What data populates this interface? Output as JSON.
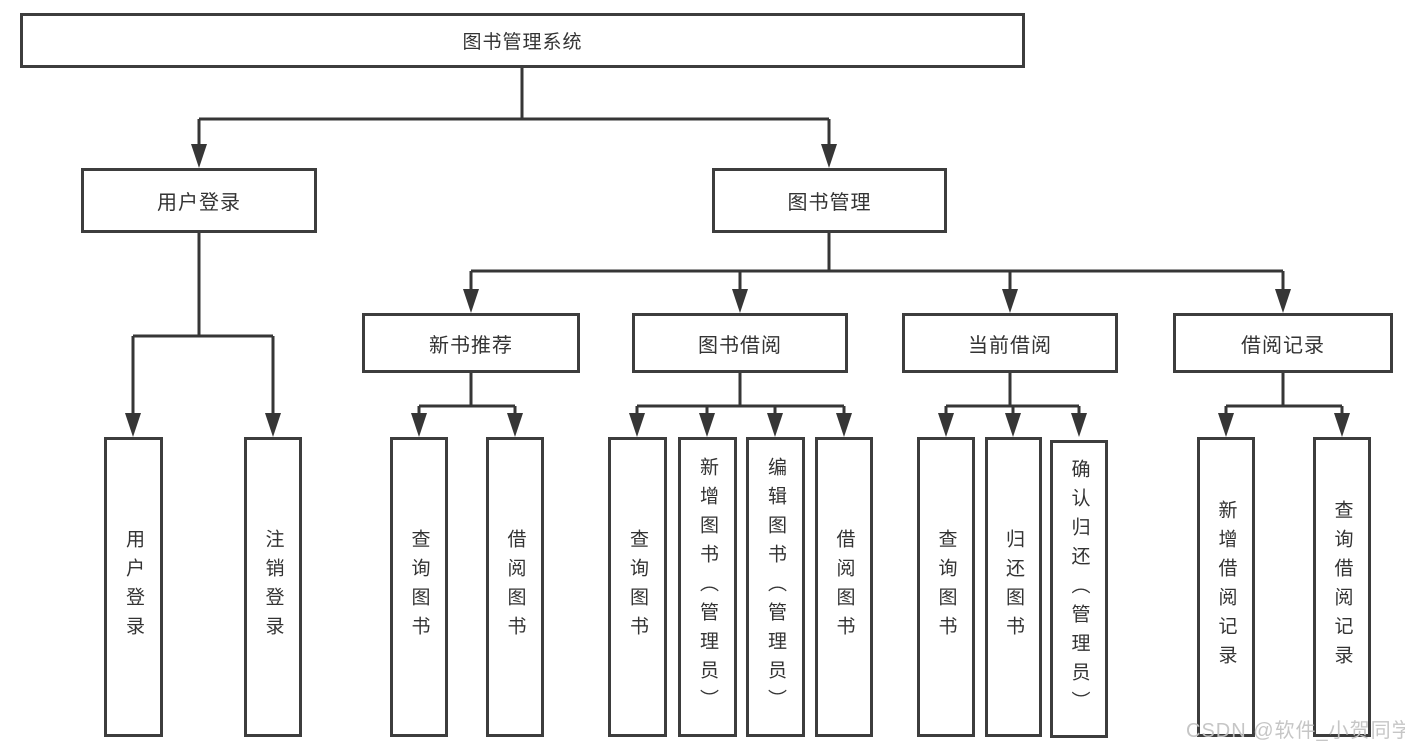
{
  "diagram": {
    "root": {
      "label": "图书管理系统"
    },
    "branches": {
      "user_login": {
        "label": "用户登录"
      },
      "book_mgmt": {
        "label": "图书管理"
      }
    },
    "modules": {
      "new_book_rec": {
        "label": "新书推荐"
      },
      "book_borrow": {
        "label": "图书借阅"
      },
      "current_borrow": {
        "label": "当前借阅"
      },
      "borrow_records": {
        "label": "借阅记录"
      }
    },
    "leaves": {
      "user_login": {
        "label": "用户登录"
      },
      "logout": {
        "label": "注销登录"
      },
      "query_books_rec": {
        "label": "查询图书"
      },
      "borrow_books_rec": {
        "label": "借阅图书"
      },
      "query_books_borrow": {
        "label": "查询图书"
      },
      "add_book_admin": {
        "label": "新增图书（管理员）"
      },
      "edit_book_admin": {
        "label": "编辑图书（管理员）"
      },
      "borrow_books": {
        "label": "借阅图书"
      },
      "query_books_current": {
        "label": "查询图书"
      },
      "return_book": {
        "label": "归还图书"
      },
      "confirm_return_admin": {
        "label": "确认归还（管理员）"
      },
      "add_borrow_record": {
        "label": "新增借阅记录"
      },
      "query_borrow_record": {
        "label": "查询借阅记录"
      }
    }
  },
  "watermark": {
    "text": "CSDN @软件_小贺同学"
  },
  "colors": {
    "line": "#363636",
    "box_border": "#3d3d3d",
    "text": "#333333",
    "watermark": "#c3c3c3",
    "background": "#ffffff"
  }
}
